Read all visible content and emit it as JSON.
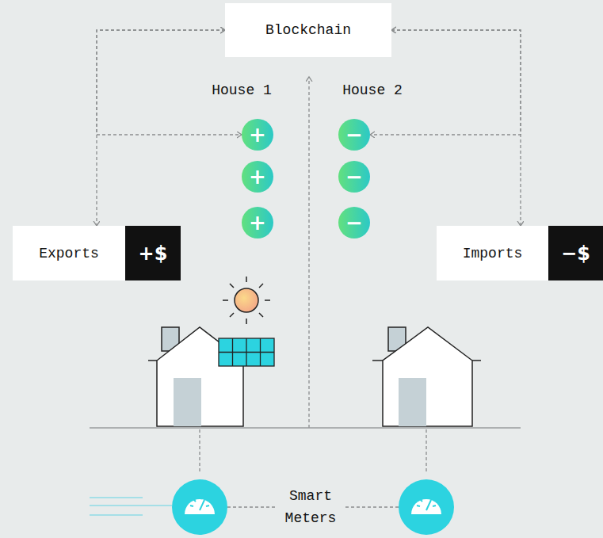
{
  "diagram": {
    "nodes": [
      {
        "text": [
          "Blockchain"
        ]
      },
      {
        "text": [
          "+"
        ]
      },
      {
        "text": [
          "−"
        ]
      },
      {
        "text": [
          "+"
        ]
      },
      {
        "text": [
          "−"
        ]
      },
      {
        "text": [
          "+"
        ]
      },
      {
        "text": [
          "−"
        ]
      },
      {
        "text": [
          "Exports",
          "+$"
        ]
      },
      {
        "text": [
          "Imports",
          "−$"
        ]
      }
    ],
    "edges": [
      {
        "from": 0,
        "to": 7,
        "arrow": "both"
      },
      {
        "from": 0,
        "to": 1,
        "arrow": "both"
      },
      {
        "from": 0,
        "to": 8,
        "arrow": "both"
      },
      {
        "from": 0,
        "to": 2,
        "arrow": "both"
      }
    ],
    "labels": [
      "House 1",
      "House 2",
      "Smart Meters"
    ]
  }
}
